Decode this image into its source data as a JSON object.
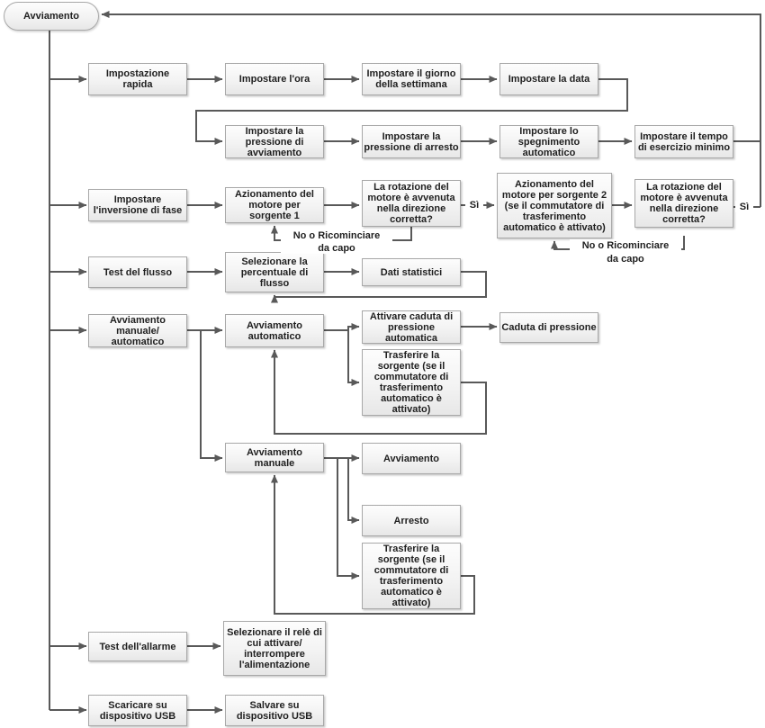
{
  "diagram": {
    "start_label": "Avviamento",
    "nodes": {
      "impostazione_rapida": "Impostazione rapida",
      "impostare_ora": "Impostare l'ora",
      "impostare_giorno": "Impostare il giorno della settimana",
      "impostare_data": "Impostare la data",
      "pressione_avviamento": "Impostare la pressione di avviamento",
      "pressione_arresto": "Impostare la pressione di arresto",
      "spegnimento_automatico": "Impostare lo spegnimento automatico",
      "tempo_esercizio": "Impostare il tempo di esercizio minimo",
      "inversione_fase": "Impostare l'inversione di fase",
      "azionamento_sorgente_1": "Azionamento del motore per sorgente 1",
      "rotazione_corretta_1": "La rotazione del motore è avvenuta nella direzione corretta?",
      "azionamento_sorgente_2": "Azionamento del motore per sorgente 2 (se il commutatore di trasferimento automatico è attivato)",
      "rotazione_corretta_2": "La rotazione del motore è avvenuta nella direzione corretta?",
      "test_flusso": "Test del flusso",
      "percentuale_flusso": "Selezionare la percentuale di flusso",
      "dati_statistici": "Dati statistici",
      "avviamento_manuale_automatico": "Avviamento manuale/ automatico",
      "avviamento_automatico": "Avviamento automatico",
      "attivare_caduta": "Attivare caduta di pressione automatica",
      "caduta_pressione": "Caduta di pressione",
      "trasferire_sorgente_auto": "Trasferire la sorgente (se il commutatore di trasferimento automatico è attivato)",
      "avviamento_manuale": "Avviamento manuale",
      "avviamento": "Avviamento",
      "arresto": "Arresto",
      "trasferire_sorgente_manuale": "Trasferire la sorgente (se il commutatore di trasferimento automatico è attivato)",
      "test_allarme": "Test dell'allarme",
      "selezionare_rele": "Selezionare il relè di cui attivare/ interrompere l'alimentazione",
      "scaricare_usb": "Scaricare su dispositivo USB",
      "salvare_usb": "Salvare su dispositivo USB"
    },
    "edge_labels": {
      "si": "Sì",
      "no_restart": "No o Ricominciare",
      "da_capo": "da capo"
    },
    "colors": {
      "line": "#595959",
      "box_border": "#a8a8a8",
      "box_fill_top": "#fdfdfd",
      "box_fill_bottom": "#e7e7e7",
      "text": "#1f1f1f",
      "background": "#ffffff"
    }
  }
}
